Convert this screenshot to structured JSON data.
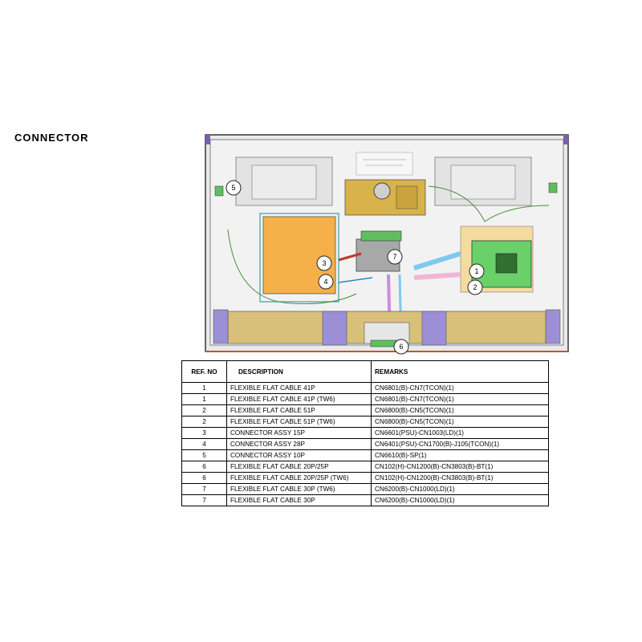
{
  "page": {
    "title": "CONNECTOR"
  },
  "diagram": {
    "callouts": [
      "1",
      "2",
      "3",
      "4",
      "5",
      "6",
      "7"
    ]
  },
  "table": {
    "headers": {
      "ref": "REF. NO",
      "description": "DESCRIPTION",
      "remarks": "REMARKS"
    },
    "rows": [
      {
        "ref": "1",
        "description": "FLEXIBLE FLAT CABLE 41P",
        "remarks": "CN6801(B)-CN7(TCON)(1)"
      },
      {
        "ref": "1",
        "description": "FLEXIBLE FLAT CABLE 41P (TW6)",
        "remarks": "CN6801(B)-CN7(TCON)(1)"
      },
      {
        "ref": "2",
        "description": "FLEXIBLE FLAT CABLE 51P",
        "remarks": "CN6800(B)-CN5(TCON)(1)"
      },
      {
        "ref": "2",
        "description": "FLEXIBLE FLAT CABLE 51P (TW6)",
        "remarks": "CN6800(B)-CN5(TCON)(1)"
      },
      {
        "ref": "3",
        "description": "CONNECTOR ASSY 15P",
        "remarks": "CN6601(PSU)-CN1003(LD)(1)"
      },
      {
        "ref": "4",
        "description": "CONNECTOR ASSY 28P",
        "remarks": "CN6401(PSU)-CN1700(B)-J105(TCON)(1)"
      },
      {
        "ref": "5",
        "description": "CONNECTOR ASSY 10P",
        "remarks": "CN6610(B)-SP(1)"
      },
      {
        "ref": "6",
        "description": "FLEXIBLE FLAT CABLE 20P/25P",
        "remarks": "CN102(H)-CN1200(B)-CN3803(B)-BT(1)"
      },
      {
        "ref": "6",
        "description": "FLEXIBLE FLAT CABLE 20P/25P (TW6)",
        "remarks": "CN102(H)-CN1200(B)-CN3803(B)-BT(1)"
      },
      {
        "ref": "7",
        "description": "FLEXIBLE FLAT CABLE 30P (TW6)",
        "remarks": "CN6200(B)-CN1000(LD)(1)"
      },
      {
        "ref": "7",
        "description": "FLEXIBLE FLAT CABLE 30P",
        "remarks": "CN6200(B)-CN1000(LD)(1)"
      }
    ]
  }
}
